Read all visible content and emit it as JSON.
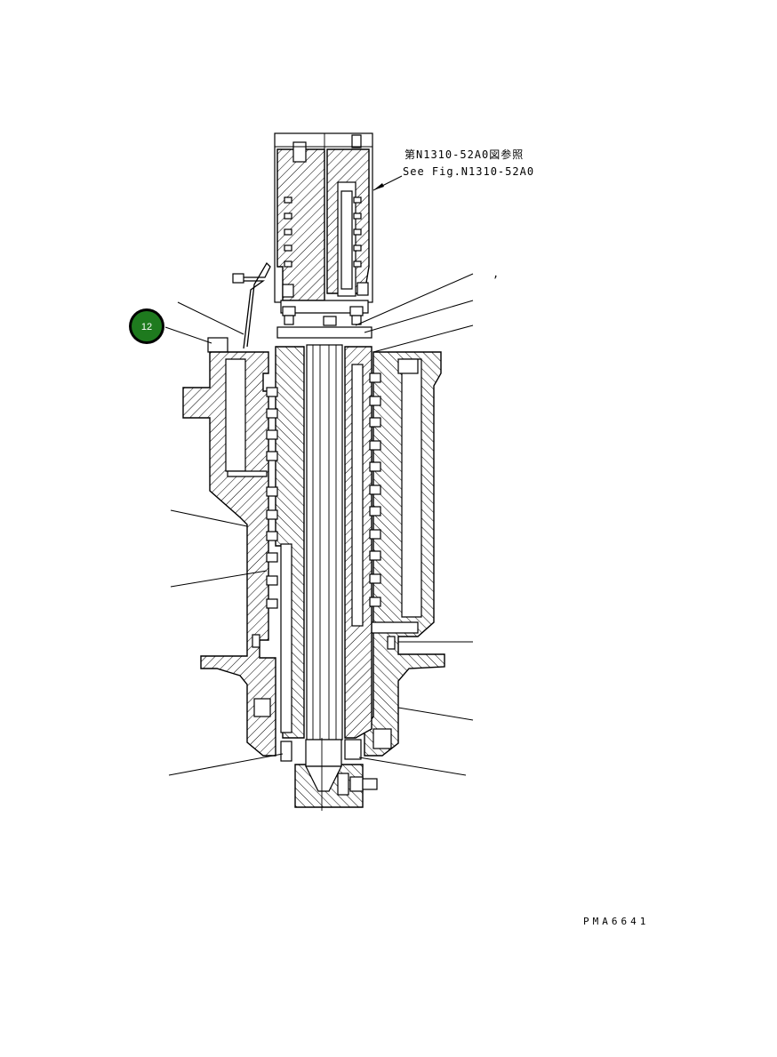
{
  "reference_note": {
    "jp": "第N1310-52A0図参照",
    "en": "See Fig.N1310-52A0"
  },
  "callout": {
    "number": "12",
    "color": "#1e7a1e"
  },
  "stray_mark": ",",
  "drawing_code": "PMA6641"
}
